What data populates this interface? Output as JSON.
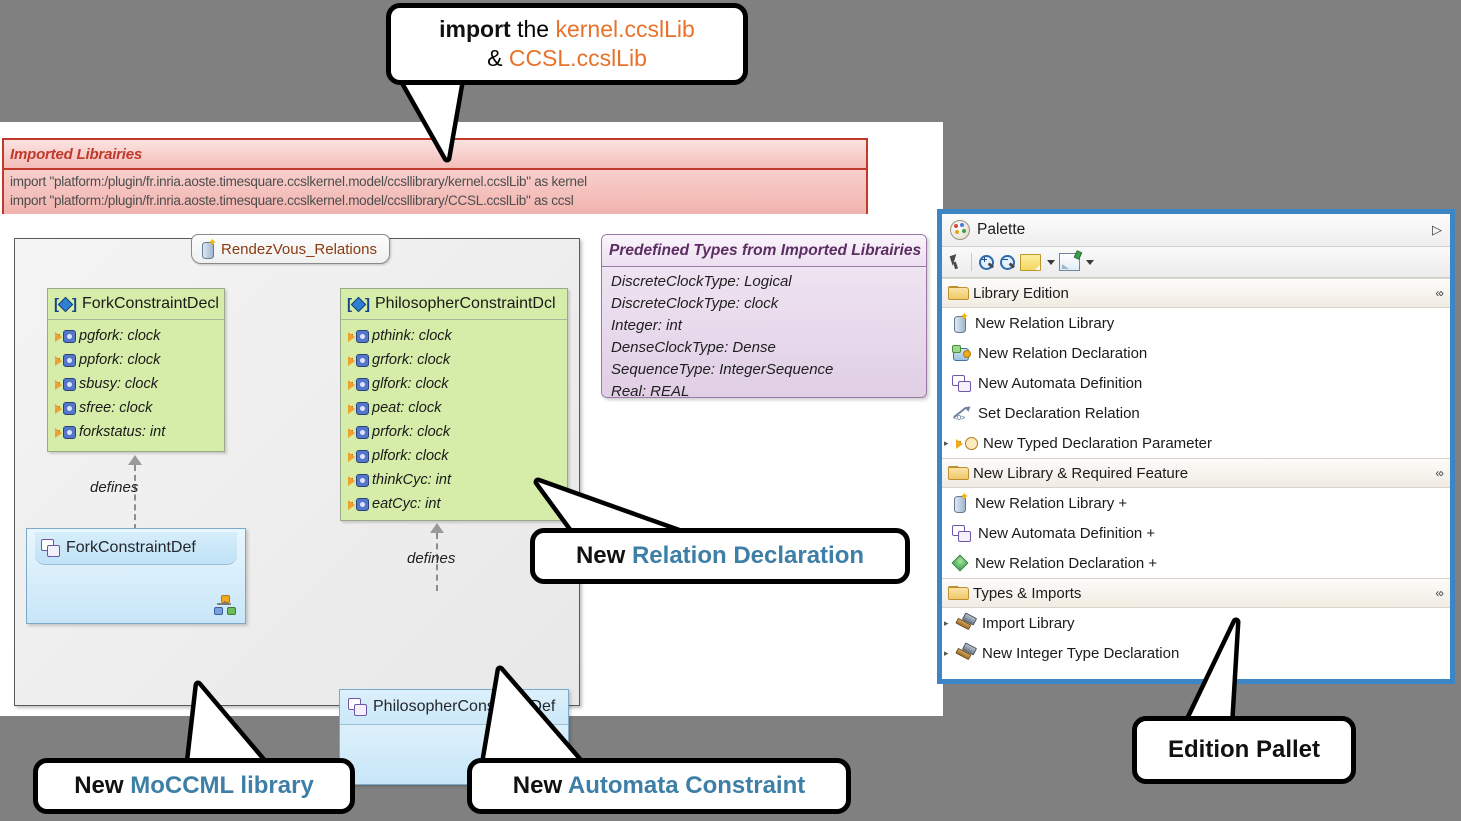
{
  "callouts": {
    "import": {
      "line1_bold": "import",
      "line1_mid": " the ",
      "line1_orange": "kernel.ccslLib",
      "line2_amp": "& ",
      "line2_orange": "CCSL.ccslLib"
    },
    "relation_declaration": {
      "prefix": "New ",
      "highlight": "Relation Declaration"
    },
    "moccml_library": {
      "prefix": "New ",
      "highlight": "MoCCML library"
    },
    "automata_constraint": {
      "prefix": "New ",
      "highlight": "Automata Constraint"
    },
    "edition_pallet": {
      "text": "Edition Pallet"
    }
  },
  "imported_libraries": {
    "title": "Imported Librairies",
    "lines": [
      "import \"platform:/plugin/fr.inria.aoste.timesquare.ccslkernel.model/ccsllibrary/kernel.ccslLib\" as kernel",
      "import \"platform:/plugin/fr.inria.aoste.timesquare.ccslkernel.model/ccsllibrary/CCSL.ccslLib\" as ccsl"
    ]
  },
  "diagram": {
    "tab_label": "RendezVous_Relations",
    "fork_declaration": {
      "name": "ForkConstraintDecl",
      "attributes": [
        "pgfork: clock",
        "ppfork: clock",
        "sbusy: clock",
        "sfree: clock",
        "forkstatus: int"
      ]
    },
    "philosopher_declaration": {
      "name": "PhilosopherConstraintDcl",
      "attributes": [
        "pthink: clock",
        "grfork: clock",
        "glfork: clock",
        "peat: clock",
        "prfork: clock",
        "plfork: clock",
        "thinkCyc: int",
        "eatCyc: int"
      ]
    },
    "fork_definition": {
      "name": "ForkConstraintDef"
    },
    "philosopher_definition": {
      "name": "PhilosopherConstraintDef"
    },
    "link_label_1": "defines",
    "link_label_2": "defines"
  },
  "predefined_types": {
    "title": "Predefined Types from Imported Librairies",
    "lines": [
      "DiscreteClockType: Logical",
      "DiscreteClockType: clock",
      "Integer: int",
      "DenseClockType: Dense",
      "SequenceType: IntegerSequence",
      "Real: REAL"
    ]
  },
  "palette": {
    "title": "Palette",
    "expand_glyph": "▷",
    "collapse_glyph": "«›",
    "tree_glyph": "▸",
    "sections": [
      {
        "label": "New Library & Required Feature",
        "icon": "folder-icon",
        "items": [
          {
            "label": "New Relation Library +",
            "icon": "cylinder-new-icon",
            "expandable": false
          },
          {
            "label": "New Automata Definition +",
            "icon": "automata-icon",
            "expandable": false
          },
          {
            "label": "New Relation Declaration +",
            "icon": "green-diamond-icon",
            "expandable": false
          }
        ]
      }
    ],
    "section_library_edition": {
      "label": "Library Edition",
      "items": [
        {
          "label": "New Relation Library",
          "icon": "cylinder-new-icon",
          "expandable": false
        },
        {
          "label": "New Relation Declaration",
          "icon": "relation-declaration-icon",
          "expandable": false
        },
        {
          "label": "New Automata Definition",
          "icon": "automata-icon",
          "expandable": false
        },
        {
          "label": "Set Declaration Relation",
          "icon": "set-relation-icon",
          "expandable": false
        },
        {
          "label": "New Typed Declaration Parameter",
          "icon": "typed-parameter-icon",
          "expandable": true
        }
      ]
    },
    "section_new_library": {
      "label": "New Library & Required Feature",
      "items": [
        {
          "label": "New Relation Library +",
          "icon": "cylinder-new-icon",
          "expandable": false
        },
        {
          "label": "New Automata Definition +",
          "icon": "automata-icon",
          "expandable": false
        },
        {
          "label": "New Relation Declaration +",
          "icon": "green-diamond-icon",
          "expandable": false
        }
      ]
    },
    "section_types_imports": {
      "label": "Types & Imports",
      "items": [
        {
          "label": "Import Library",
          "icon": "hammer-icon",
          "expandable": true
        },
        {
          "label": "New Integer Type Declaration",
          "icon": "hammer-icon",
          "expandable": true
        }
      ]
    }
  },
  "colors": {
    "background": "#808080",
    "palette_border": "#3d86c6",
    "callout_highlight": "#3d7fa6",
    "callout_orange": "#e8722a",
    "imported_border": "#c0392b",
    "declaration_fill": "#d5eda8",
    "definition_fill": "#c8e6f8"
  }
}
